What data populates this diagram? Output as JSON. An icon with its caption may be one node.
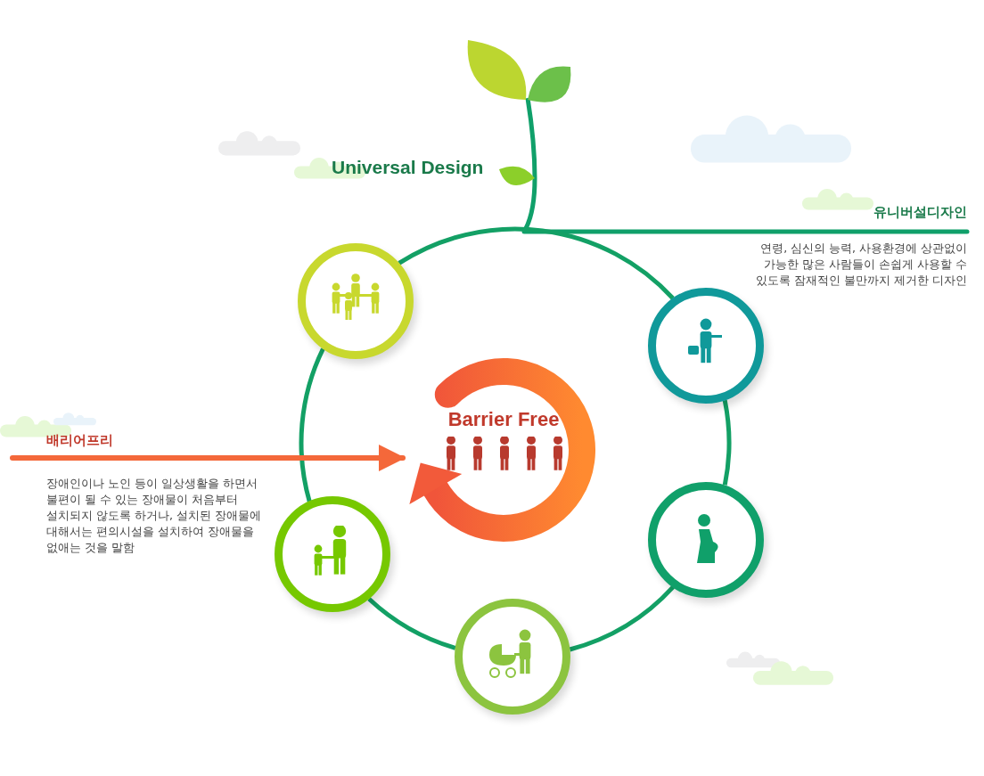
{
  "diagram": {
    "nodes": [
      {
        "text": [
          "유니버설디자인",
          "연령, 심신의 능력, 사용환경에 상관없이 가능한 많은 사람들이 손쉽게 사용할 수 있도록 잠재적인 불만까지 제거한 디자인"
        ]
      },
      {
        "text": [
          "배리어프리",
          "장애인이나 노인 등이 일상생활을 하면서 불편이 될 수 있는 장애물이 처음부터 설치되지 않도록 하거나, 설치된 장애물에 대해서는 편의시설을 설치하여 장애물을 없애는 것을 말함"
        ]
      },
      {
        "text": [
          "Barrier Free"
        ]
      },
      {
        "text": [],
        "shape": "circle"
      },
      {
        "text": [],
        "shape": "circle"
      },
      {
        "text": [],
        "shape": "circle"
      },
      {
        "text": [],
        "shape": "circle"
      },
      {
        "text": [],
        "shape": "circle"
      }
    ],
    "edges": [
      {
        "from": 4,
        "to": 6,
        "arrow": "none"
      },
      {
        "from": 6,
        "to": 7,
        "arrow": "none"
      },
      {
        "from": 7,
        "to": 5,
        "arrow": "none"
      },
      {
        "from": 5,
        "to": 3,
        "arrow": "none"
      },
      {
        "from": 3,
        "to": 4,
        "arrow": "none"
      },
      {
        "from": 1,
        "to": 2,
        "arrow": "to",
        "color": "#f4683a"
      }
    ],
    "labels": [
      "Universal Design"
    ]
  }
}
